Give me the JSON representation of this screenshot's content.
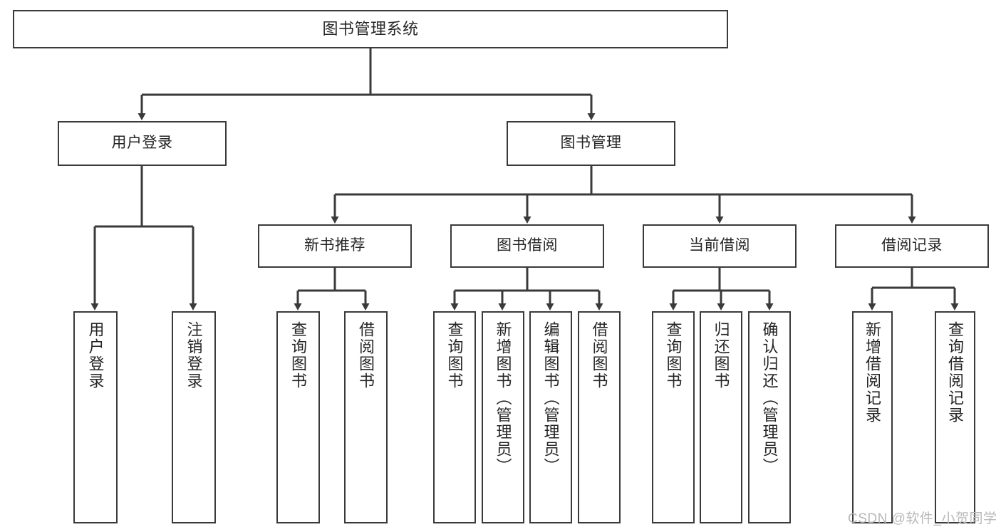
{
  "diagram": {
    "type": "tree",
    "title": "图书管理系统",
    "root": {
      "label": "图书管理系统"
    },
    "level2": [
      {
        "label": "用户登录"
      },
      {
        "label": "图书管理"
      }
    ],
    "level3": [
      {
        "label": "新书推荐"
      },
      {
        "label": "图书借阅"
      },
      {
        "label": "当前借阅"
      },
      {
        "label": "借阅记录"
      }
    ],
    "leaves": {
      "user_login": [
        {
          "label": "用户登录"
        },
        {
          "label": "注销登录"
        }
      ],
      "new_book_recommend": [
        {
          "label": "查询图书"
        },
        {
          "label": "借阅图书"
        }
      ],
      "book_borrow": [
        {
          "label": "查询图书"
        },
        {
          "label": "新增图书（管理员）"
        },
        {
          "label": "编辑图书（管理员）"
        },
        {
          "label": "借阅图书"
        }
      ],
      "current_borrow": [
        {
          "label": "查询图书"
        },
        {
          "label": "归还图书"
        },
        {
          "label": "确认归还（管理员）"
        }
      ],
      "borrow_record": [
        {
          "label": "新增借阅记录"
        },
        {
          "label": "查询借阅记录"
        }
      ]
    },
    "colors": {
      "stroke": "#3a3a3a",
      "fill": "#ffffff",
      "text": "#262626",
      "watermark": "#b8b8b8"
    }
  },
  "watermark": {
    "text": "CSDN @软件_小贺同学"
  }
}
